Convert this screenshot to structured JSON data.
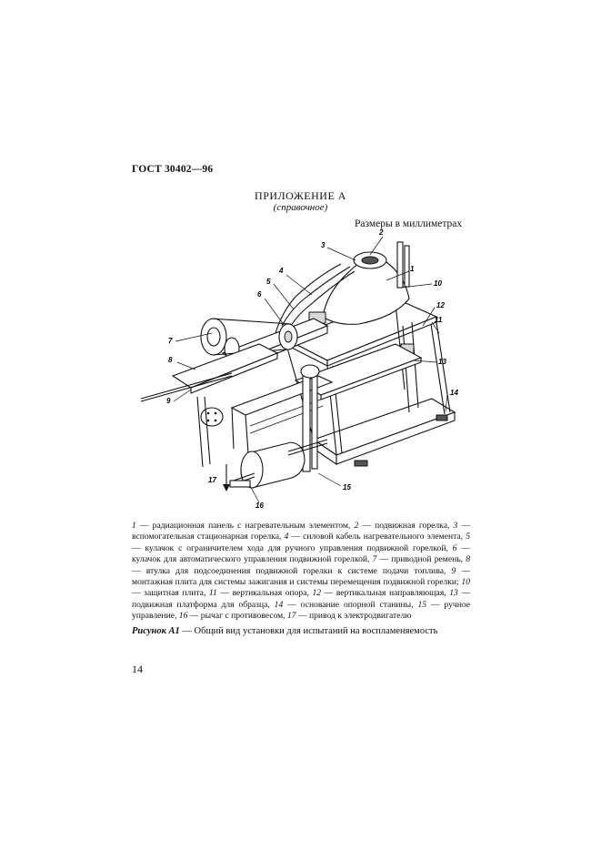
{
  "header": {
    "doc_id": "ГОСТ 30402—96"
  },
  "appendix": {
    "title": "ПРИЛОЖЕНИЕ А",
    "subtitle": "(справочное)"
  },
  "dims_note": "Размеры в миллиметрах",
  "callouts": [
    "1",
    "2",
    "3",
    "4",
    "5",
    "6",
    "7",
    "8",
    "9",
    "10",
    "11",
    "12",
    "13",
    "14",
    "15",
    "16",
    "17"
  ],
  "legend": [
    {
      "num": "1",
      "text": "радиационная панель с нагревательным элементом,"
    },
    {
      "num": "2",
      "text": "подвижная горелка,"
    },
    {
      "num": "3",
      "text": "вспомогательная стационарная горелка,"
    },
    {
      "num": "4",
      "text": "силовой кабель нагревательного элемента,"
    },
    {
      "num": "5",
      "text": "кулачок с ограничителем хода для ручного управления подвижной горелкой,"
    },
    {
      "num": "6",
      "text": "кулачок для автоматического управления подвижной горелкой,"
    },
    {
      "num": "7",
      "text": "приводной ремень,"
    },
    {
      "num": "8",
      "text": "втулка для подсоединения подвижной горелки к системе подачи топлива,"
    },
    {
      "num": "9",
      "text": "монтажная плита для системы зажигания и системы перемещения подвижной горелки;"
    },
    {
      "num": "10",
      "text": "защитная плита,"
    },
    {
      "num": "11",
      "text": "вертикальная опора,"
    },
    {
      "num": "12",
      "text": "вертикальная направляющая,"
    },
    {
      "num": "13",
      "text": "подвижная платформа для образца,"
    },
    {
      "num": "14",
      "text": "основание опорной станины,"
    },
    {
      "num": "15",
      "text": "ручное управление,"
    },
    {
      "num": "16",
      "text": "рычаг с противовесом,"
    },
    {
      "num": "17",
      "text": "привод к электродвигателю"
    }
  ],
  "figure": {
    "label": "Рисунок А1",
    "caption": "— Общий вид установки для испытаний на воспламеняемость"
  },
  "page_number": "14"
}
